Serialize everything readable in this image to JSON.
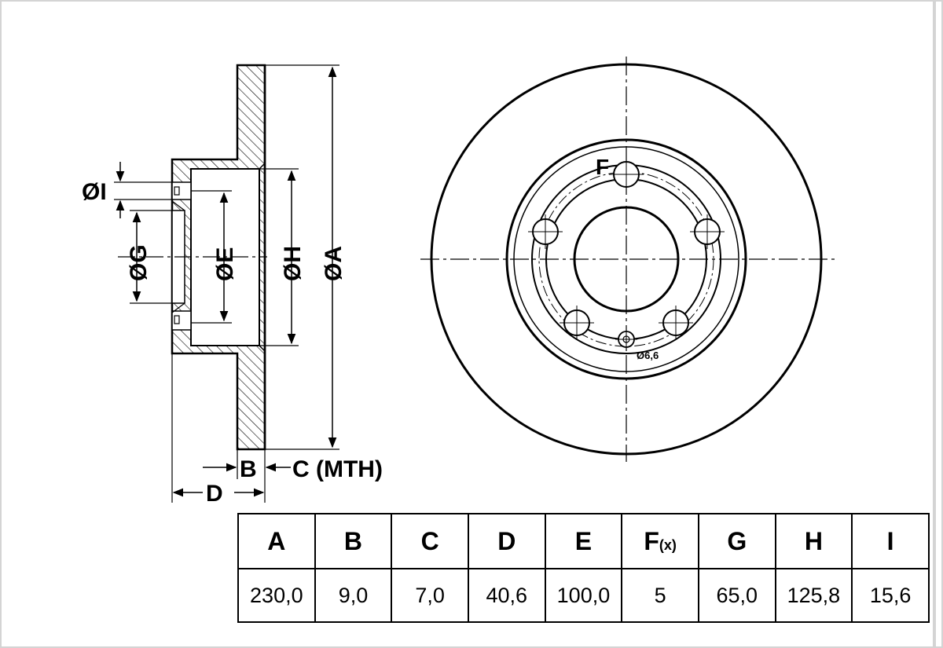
{
  "diagram": {
    "labels": {
      "dia_i": "ØI",
      "dia_g": "ØG",
      "dia_e": "ØE",
      "dia_h": "ØH",
      "dia_a": "ØA",
      "b": "B",
      "c_mth": "C (MTH)",
      "d": "D",
      "f": "F",
      "hole_dia": "Ø6,6"
    }
  },
  "table": {
    "headers": [
      {
        "label": "A",
        "sub": ""
      },
      {
        "label": "B",
        "sub": ""
      },
      {
        "label": "C",
        "sub": ""
      },
      {
        "label": "D",
        "sub": ""
      },
      {
        "label": "E",
        "sub": ""
      },
      {
        "label": "F",
        "sub": "(x)"
      },
      {
        "label": "G",
        "sub": ""
      },
      {
        "label": "H",
        "sub": ""
      },
      {
        "label": "I",
        "sub": ""
      }
    ],
    "values": [
      "230,0",
      "9,0",
      "7,0",
      "40,6",
      "100,0",
      "5",
      "65,0",
      "125,8",
      "15,6"
    ]
  },
  "colors": {
    "ink": "#000000",
    "background": "#ffffff",
    "frame": "#d4d4d4"
  }
}
